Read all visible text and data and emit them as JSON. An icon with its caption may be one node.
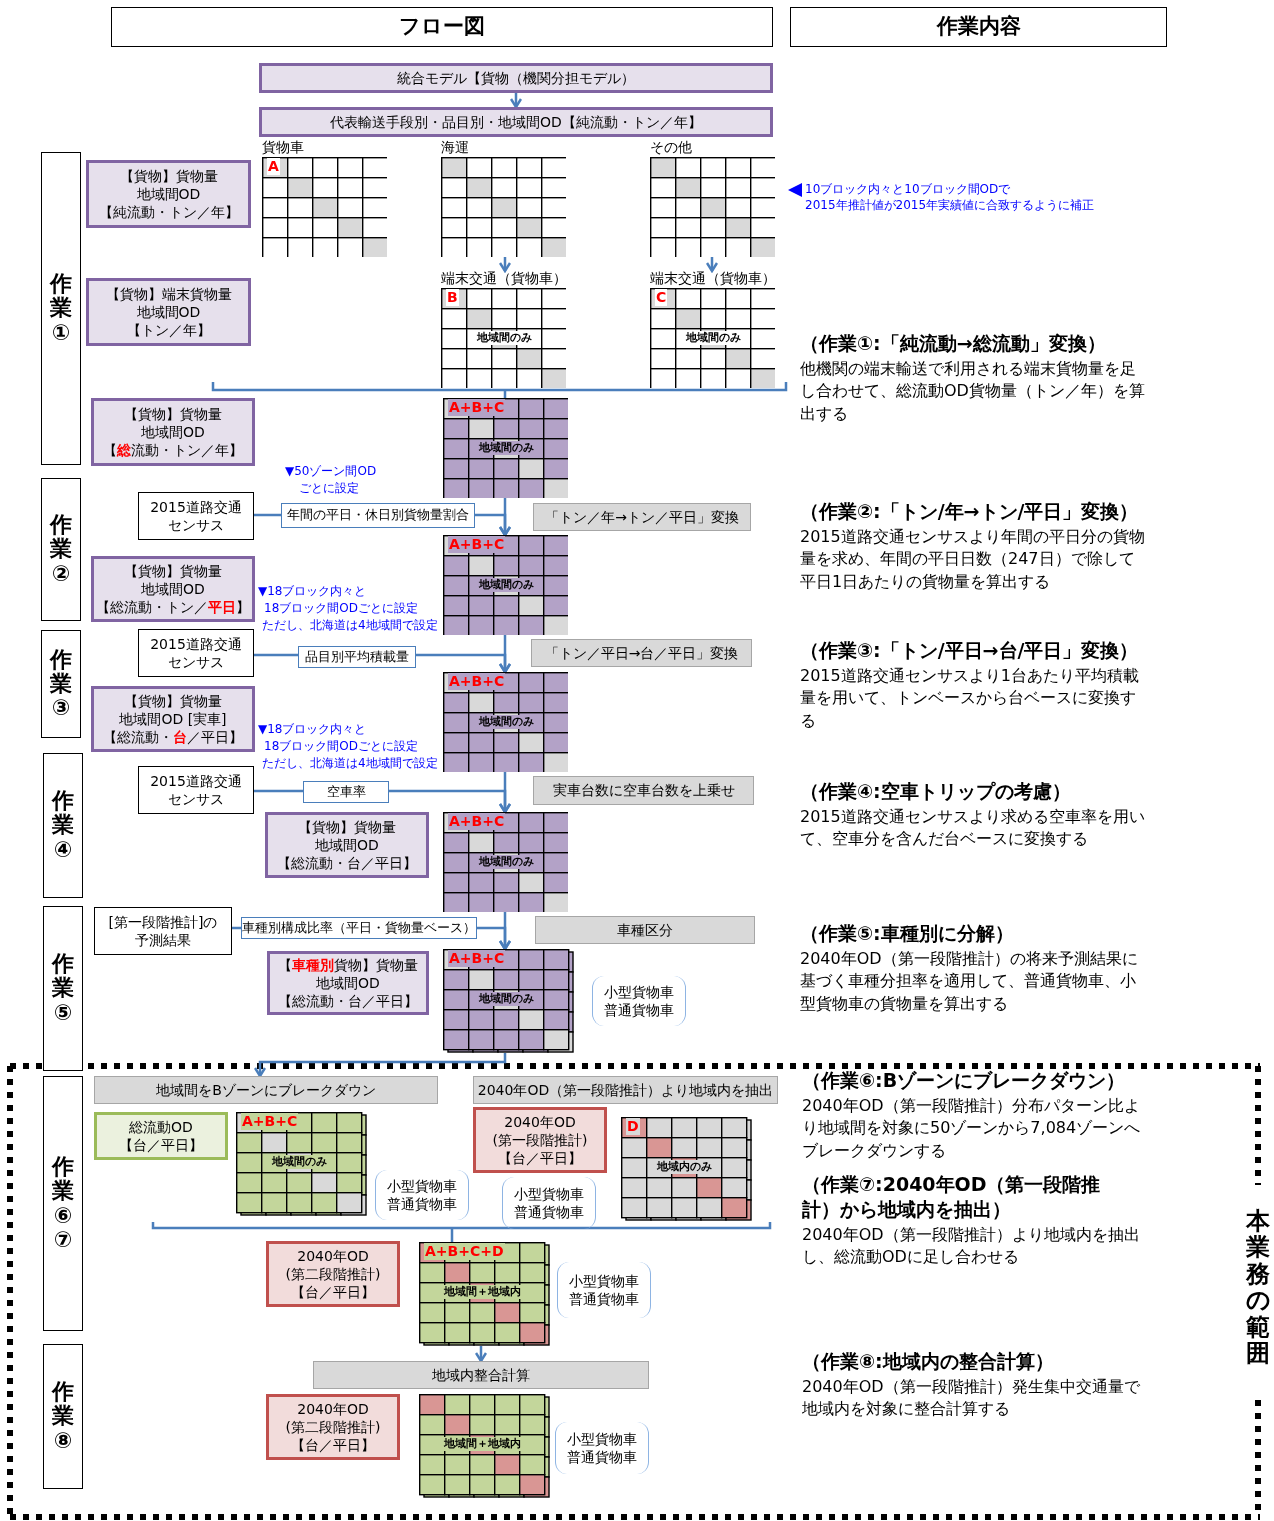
{
  "diagram": {
    "nodes": [
      {
        "text": [
          "フロー図"
        ]
      },
      {
        "text": [
          "作業内容"
        ]
      },
      {
        "text": [
          "統合モデル【貨物（機関分担モデル）"
        ]
      },
      {
        "text": [
          "代表輸送手段別・品目別・地域間OD【純流動・トン／年】"
        ]
      },
      {
        "text": [
          "作業①"
        ]
      },
      {
        "text": [
          "【貨物】貨物量",
          "地域間OD",
          "【純流動・トン／年】"
        ]
      },
      {
        "text": [
          "貨物車",
          "A"
        ]
      },
      {
        "text": [
          "海運"
        ]
      },
      {
        "text": [
          "その他"
        ]
      },
      {
        "text": [
          "【貨物】端末貨物量",
          "地域間OD",
          "【トン／年】"
        ]
      },
      {
        "text": [
          "端末交通（貨物車）",
          "B",
          "地域間のみ"
        ]
      },
      {
        "text": [
          "端末交通（貨物車）",
          "C",
          "地域間のみ"
        ]
      },
      {
        "text": [
          "【貨物】貨物量",
          "地域間OD",
          "【**総**流動・トン／年】"
        ]
      },
      {
        "text": [
          "A+B+C",
          "地域間のみ"
        ]
      },
      {
        "text": [
          "作業②"
        ]
      },
      {
        "text": [
          "2015道路交通",
          "センサス"
        ]
      },
      {
        "text": [
          "年間の平日・休日別貨物量割合"
        ]
      },
      {
        "text": [
          "「トン／年→トン／平日」変換"
        ]
      },
      {
        "text": [
          "A+B+C",
          "地域間のみ"
        ]
      },
      {
        "text": [
          "【貨物】貨物量",
          "地域間OD",
          "【総流動・トン／**平日**】"
        ]
      },
      {
        "text": [
          "作業③"
        ]
      },
      {
        "text": [
          "2015道路交通",
          "センサス"
        ]
      },
      {
        "text": [
          "品目別平均積載量"
        ]
      },
      {
        "text": [
          "「トン／平日→台／平日」変換"
        ]
      },
      {
        "text": [
          "A+B+C",
          "地域間のみ"
        ]
      },
      {
        "text": [
          "【貨物】貨物量",
          "地域間OD [実車]",
          "【総流動・**台**／平日】"
        ]
      },
      {
        "text": [
          "作業④"
        ]
      },
      {
        "text": [
          "2015道路交通",
          "センサス"
        ]
      },
      {
        "text": [
          "空車率"
        ]
      },
      {
        "text": [
          "実車台数に空車台数を上乗せ"
        ]
      },
      {
        "text": [
          "【貨物】貨物量",
          "地域間OD",
          "【総流動・台／平日】"
        ]
      },
      {
        "text": [
          "A+B+C",
          "地域間のみ"
        ]
      },
      {
        "text": [
          "作業⑤"
        ]
      },
      {
        "text": [
          "[第一段階推計]の",
          "予測結果"
        ]
      },
      {
        "text": [
          "車種別構成比率（平日・貨物量ベース）"
        ]
      },
      {
        "text": [
          "車種区分"
        ]
      },
      {
        "text": [
          "【**車種別**貨物】貨物量",
          "地域間OD",
          "【総流動・台／平日】"
        ]
      },
      {
        "text": [
          "A+B+C",
          "地域間のみ"
        ]
      },
      {
        "text": [
          "小型貨物車",
          "普通貨物車"
        ]
      },
      {
        "text": [
          "地域間をBゾーンにブレークダウン"
        ]
      },
      {
        "text": [
          "2040年OD（第一段階推計）より地域内を抽出"
        ]
      },
      {
        "text": [
          "作業⑥⑦"
        ]
      },
      {
        "text": [
          "総流動OD",
          "【台／平日】"
        ]
      },
      {
        "text": [
          "A+B+C",
          "地域間のみ"
        ]
      },
      {
        "text": [
          "小型貨物車",
          "普通貨物車"
        ]
      },
      {
        "text": [
          "2040年OD",
          "(第一段階推計)",
          "【台／平日】"
        ]
      },
      {
        "text": [
          "小型貨物車",
          "普通貨物車"
        ]
      },
      {
        "text": [
          "D",
          "地域内のみ"
        ]
      },
      {
        "text": [
          "2040年OD",
          "(第二段階推計)",
          "【台／平日】"
        ]
      },
      {
        "text": [
          "A+B+C+D",
          "地域間＋地域内"
        ]
      },
      {
        "text": [
          "小型貨物車",
          "普通貨物車"
        ]
      },
      {
        "text": [
          "地域内整合計算"
        ]
      },
      {
        "text": [
          "作業⑧"
        ]
      },
      {
        "text": [
          "2040年OD",
          "(第二段階推計)",
          "【台／平日】"
        ]
      },
      {
        "text": [
          "地域間＋地域内"
        ]
      },
      {
        "text": [
          "小型貨物車",
          "普通貨物車"
        ]
      }
    ],
    "edges": [
      {
        "from": 2,
        "to": 3,
        "arrow": "to"
      },
      {
        "from": 7,
        "to": 10,
        "arrow": "to"
      },
      {
        "from": 8,
        "to": 11,
        "arrow": "to"
      },
      {
        "from": 13,
        "to": 18,
        "arrow": "to"
      },
      {
        "from": 15,
        "to": 16,
        "arrow": "none"
      },
      {
        "from": 16,
        "to": 18,
        "arrow": "to"
      },
      {
        "from": 18,
        "to": 24,
        "arrow": "to"
      },
      {
        "from": 21,
        "to": 22,
        "arrow": "none"
      },
      {
        "from": 22,
        "to": 24,
        "arrow": "to"
      },
      {
        "from": 24,
        "to": 31,
        "arrow": "to"
      },
      {
        "from": 27,
        "to": 28,
        "arrow": "none"
      },
      {
        "from": 28,
        "to": 31,
        "arrow": "to"
      },
      {
        "from": 31,
        "to": 37,
        "arrow": "to"
      },
      {
        "from": 33,
        "to": 34,
        "arrow": "none"
      },
      {
        "from": 34,
        "to": 37,
        "arrow": "to"
      },
      {
        "from": 37,
        "to": 39,
        "arrow": "to"
      },
      {
        "from": 49,
        "to": 51,
        "arrow": "to"
      }
    ],
    "labels": [
      "10ブロック内々と10ブロック間ODで",
      "2015年推計値が2015年実績値に合致するように補正",
      "（作業①:「純流動→総流動」変換）",
      "他機関の端末輸送で利用される端末貨物量を足し合わせて、総流動OD貨物量（トン／年）を算出する",
      "▼50ゾーン間OD",
      "ごとに設定",
      "（作業②:「トン/年→トン/平日」変換）",
      "2015道路交通センサスより年間の平日分の貨物量を求め、年間の平日日数（247日）で除して平日1日あたりの貨物量を算出する",
      "▼18ブロック内々と",
      "18ブロック間ODごとに設定",
      "ただし、北海道は4地域間で設定",
      "（作業③:「トン/平日→台/平日」変換）",
      "2015道路交通センサスより1台あたり平均積載量を用いて、トンベースから台ベースに変換する",
      "▼18ブロック内々と",
      "18ブロック間ODごとに設定",
      "ただし、北海道は4地域間で設定",
      "（作業④:空車トリップの考慮）",
      "2015道路交通センサスより求める空車率を用いて、空車分を含んだ台ベースに変換する",
      "（作業⑤:車種別に分解）",
      "2040年OD（第一段階推計）の将来予測結果に基づく車種分担率を適用して、普通貨物車、小型貨物車の貨物量を算出する",
      "（作業⑥:Bゾーンにブレークダウン）",
      "2040年OD（第一段階推計）分布パターン比より地域間を対象に50ゾーンから7,084ゾーンへブレークダウンする",
      "（作業⑦:2040年OD（第一段階推計）から地域内を抽出）",
      "2040年OD（第一段階推計）より地域内を抽出し、総流動ODに足し合わせる",
      "（作業⑧:地域内の整合計算）",
      "2040年OD（第一段階推計）発生集中交通量で地域内を対象に整合計算する",
      "本業務の範囲"
    ]
  }
}
